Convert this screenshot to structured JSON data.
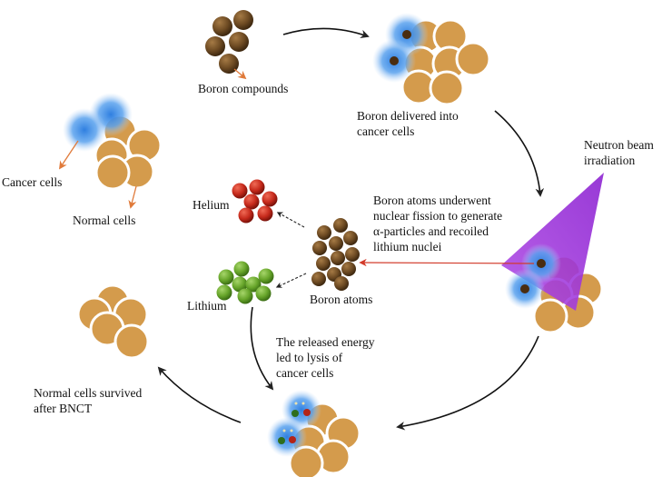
{
  "labels": {
    "boron_compounds": "Boron compounds",
    "boron_delivered": "Boron delivered into\ncancer cells",
    "neutron_beam": "Neutron beam\nirradiation",
    "cancer_cells": "Cancer cells",
    "normal_cells": "Normal cells",
    "helium": "Helium",
    "lithium": "Lithium",
    "boron_atoms": "Boron atoms",
    "fission": "Boron atoms underwent\nnuclear fission to generate\nα-particles and recoiled\nlithium nuclei",
    "released_energy": "The released energy\nled to lysis of\ncancer cells",
    "survived": "Normal cells survived\nafter BNCT"
  },
  "colors": {
    "normal_cell": "#d49b4c",
    "boron": "#6b4a22",
    "helium": "#c8291d",
    "lithium": "#6aa82e",
    "glow": "#3d8fe6",
    "beam": "#9b2bd6",
    "fission_arrow": "#d23a2a"
  }
}
